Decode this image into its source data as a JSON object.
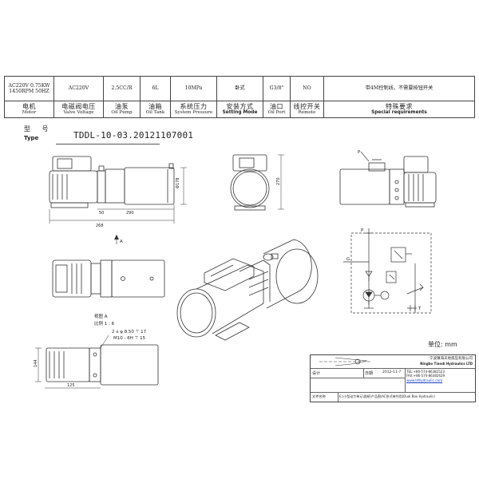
{
  "specs": {
    "values": {
      "motor": "AC220V 0.75KW\n1450RPM 50HZ",
      "valve_voltage": "AC220V",
      "oil_pump": "2.5CC/R",
      "oil_tank": "6L",
      "system_pressure": "10MPa",
      "setting_mode": "卧式",
      "oil_port": "G3/8\"",
      "remote": "NO",
      "special_requirements": "带4M控制线，不需要按钮开关"
    },
    "labels": [
      {
        "zh": "电机",
        "en": "Motor"
      },
      {
        "zh": "电磁阀电压",
        "en": "Valve Voltage"
      },
      {
        "zh": "油泵",
        "en": "Oil Pump"
      },
      {
        "zh": "油箱",
        "en": "Oil Tank"
      },
      {
        "zh": "系统压力",
        "en": "System Pressure"
      },
      {
        "zh": "安装方式",
        "en": "Setting Mode"
      },
      {
        "zh": "油口",
        "en": "Oil Port"
      },
      {
        "zh": "线控开关",
        "en": "Remote"
      },
      {
        "zh": "特殊要求",
        "en": "Special requirements"
      }
    ]
  },
  "type_label_zh": "型  号",
  "type_label_en": "Type",
  "model_code": "TDDL-10-03.20121107001",
  "dimensions": {
    "d178": "Φ178",
    "d50": "50",
    "d290": "290",
    "d268": "268",
    "d270": "270",
    "d144": "144",
    "d125": "125"
  },
  "view_labels": {
    "section_a": "A",
    "view_a": "视图 A",
    "scale": "比例 1 : 6",
    "mount_note_1": "2 x φ 8.50 ⊤ 17",
    "mount_note_2": "M10 - 6H ⊤ 15",
    "port_p": "P",
    "port_g": "G",
    "port_t": "T"
  },
  "unit_label": "单位: mm",
  "title_block": {
    "company_zh": "宁波镇海天地液压有限公司",
    "company_en": "Ningbo Tiandi Hydraulics LTD",
    "tel": "TEL:+86-574-86382523",
    "fax": "FAX:+86-574-86382629",
    "web": "www.tdhydraulic.com",
    "design_label": "设计",
    "date_label": "日期",
    "date_value": "2012-11-7",
    "file_label": "文件名称",
    "file_value": "E:\\小型动力单元\\图纸\\产品图\\AC卧式单作用(Dual Box Hydraulic)"
  },
  "colors": {
    "line": "#333333",
    "accent_link": "#1a3dbf"
  }
}
